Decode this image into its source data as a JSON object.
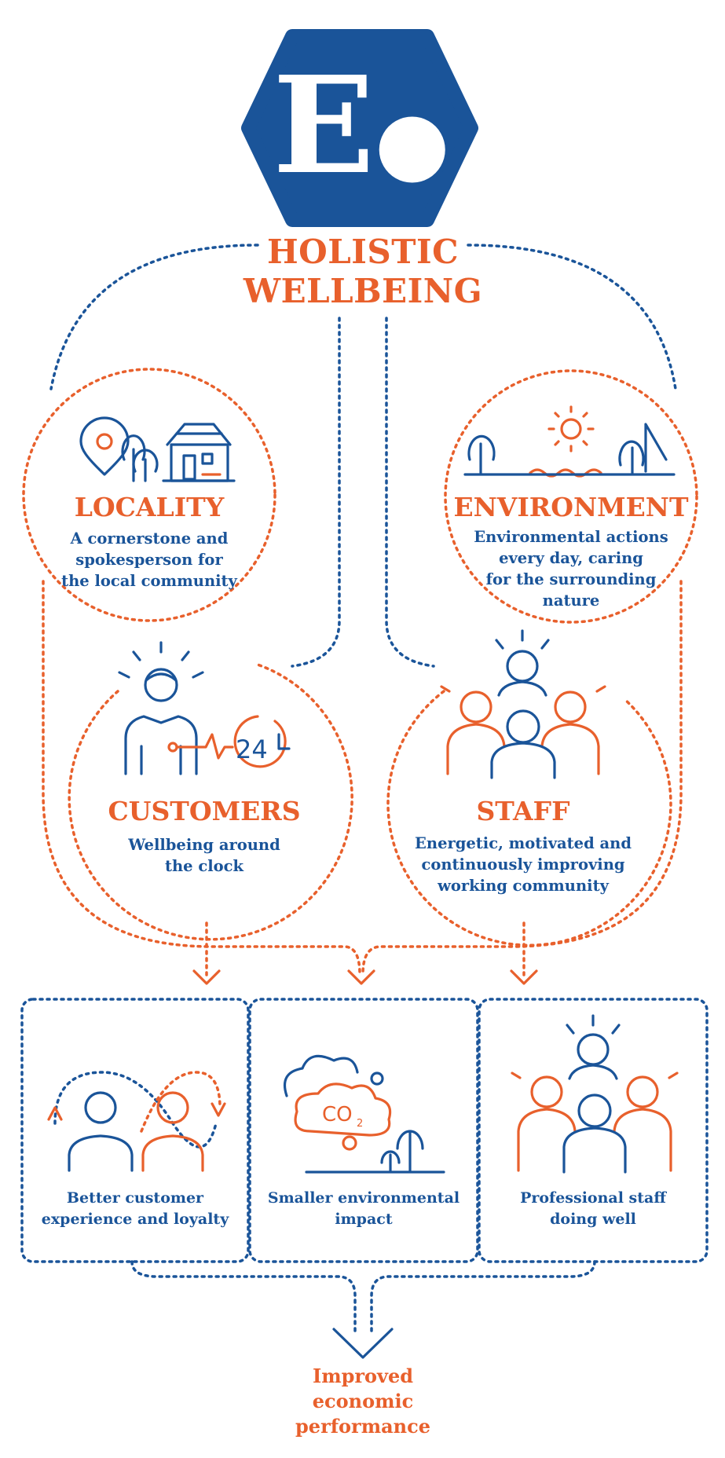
{
  "logo": {
    "letter": "E",
    "color": "#1a5499"
  },
  "title": {
    "line1": "HOLISTIC",
    "line2": "WELLBEING"
  },
  "colors": {
    "orange": "#e8602c",
    "blue": "#1a5499"
  },
  "locality": {
    "heading": "LOCALITY",
    "desc1": "A cornerstone and",
    "desc2": "spokesperson for",
    "desc3": "the local community"
  },
  "environment": {
    "heading": "ENVIRONMENT",
    "desc1": "Environmental actions",
    "desc2": "every day, caring",
    "desc3": "for the surrounding",
    "desc4": "nature"
  },
  "customers": {
    "heading": "CUSTOMERS",
    "desc1": "Wellbeing around",
    "desc2": "the clock",
    "clock_label": "24"
  },
  "staff": {
    "heading": "STAFF",
    "desc1": "Energetic, motivated and",
    "desc2": "continuously improving",
    "desc3": "working community"
  },
  "outcomes": {
    "box1": {
      "line1": "Better customer",
      "line2": "experience and loyalty"
    },
    "box2": {
      "line1": "Smaller environmental",
      "line2": "impact",
      "co2": "CO",
      "co2_sub": "2"
    },
    "box3": {
      "line1": "Professional staff",
      "line2": "doing well"
    }
  },
  "final": {
    "line1": "Improved",
    "line2": "economic",
    "line3": "performance"
  },
  "icons": [
    "location-pin-icon",
    "trees-icon",
    "house-icon",
    "sun-icon",
    "water-waves-icon",
    "pine-tree-icon",
    "person-icon",
    "heartbeat-24-clock-icon",
    "staff-group-icon",
    "customer-loop-icon",
    "co2-cloud-icon",
    "staff-team-icon",
    "down-arrow-icon"
  ]
}
